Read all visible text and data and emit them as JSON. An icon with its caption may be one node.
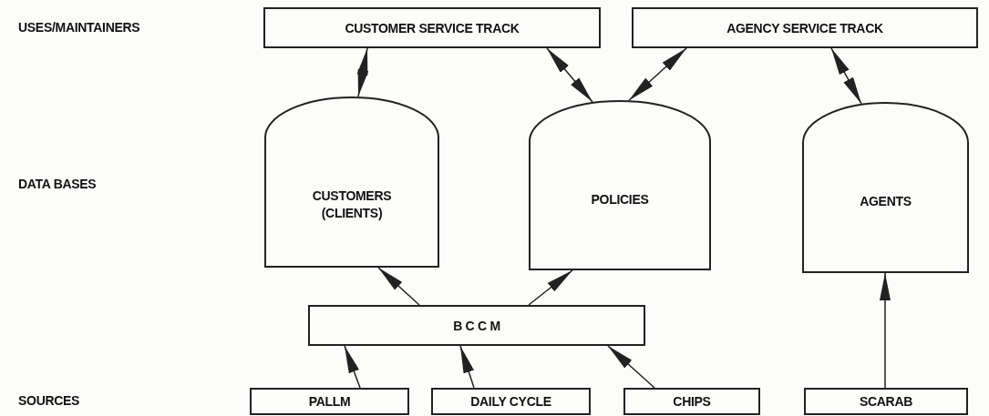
{
  "diagram": {
    "nodes": [
      {
        "text": [
          "CUSTOMER SERVICE TRACK"
        ]
      },
      {
        "text": [
          "AGENCY SERVICE TRACK"
        ]
      },
      {
        "text": [
          "CUSTOMERS (CLIENTS)"
        ]
      },
      {
        "text": [
          "POLICIES"
        ]
      },
      {
        "text": [
          "AGENTS"
        ]
      },
      {
        "text": [
          "B C C M"
        ]
      },
      {
        "text": [
          "PALLM"
        ]
      },
      {
        "text": [
          "DAILY CYCLE"
        ]
      },
      {
        "text": [
          "CHIPS"
        ]
      },
      {
        "text": [
          "SCARAB"
        ]
      }
    ],
    "edges": [
      {
        "from": 0,
        "to": 2,
        "arrow": "both"
      },
      {
        "from": 0,
        "to": 3,
        "arrow": "both"
      },
      {
        "from": 1,
        "to": 3,
        "arrow": "both"
      },
      {
        "from": 1,
        "to": 4,
        "arrow": "both"
      },
      {
        "from": 5,
        "to": 2,
        "arrow": "to"
      },
      {
        "from": 5,
        "to": 3,
        "arrow": "to"
      },
      {
        "from": 6,
        "to": 5,
        "arrow": "to"
      },
      {
        "from": 7,
        "to": 5,
        "arrow": "to"
      },
      {
        "from": 8,
        "to": 5,
        "arrow": "to"
      },
      {
        "from": 9,
        "to": 4,
        "arrow": "to"
      }
    ],
    "labels": [
      "USES/MAINTAINERS",
      "DATA BASES",
      "SOURCES"
    ]
  }
}
